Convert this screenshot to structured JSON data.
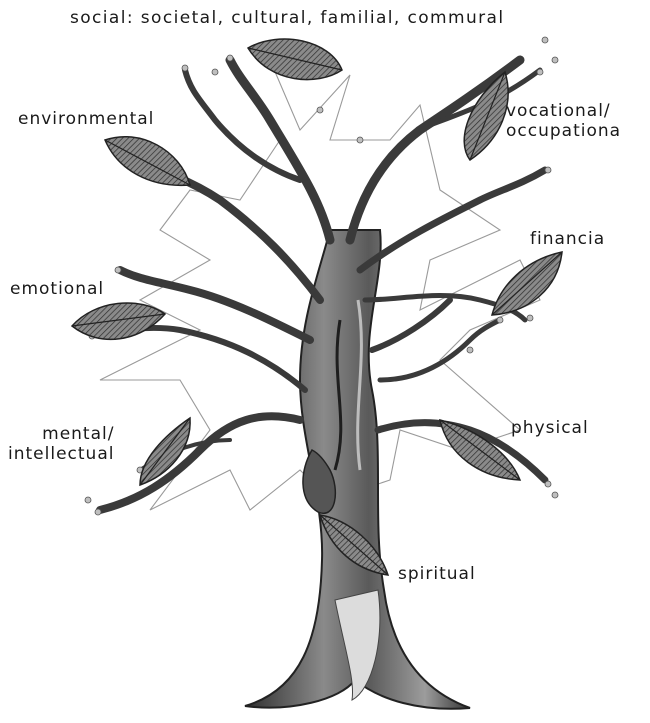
{
  "labels": {
    "social": "social: societal, cultural, familial, commural",
    "environmental": "environmental",
    "vocational": "vocational/\noccupationa",
    "financial": "financia",
    "emotional": "emotional",
    "mental": "mental/\nintellectual",
    "physical": "physical",
    "spiritual": "spiritual"
  },
  "colors": {
    "trunk_dark": "#3a3a3a",
    "trunk_mid": "#7a7a7a",
    "trunk_light": "#c8c8c8",
    "leaf": "#6f6f6f",
    "line": "#9a9a9a"
  }
}
